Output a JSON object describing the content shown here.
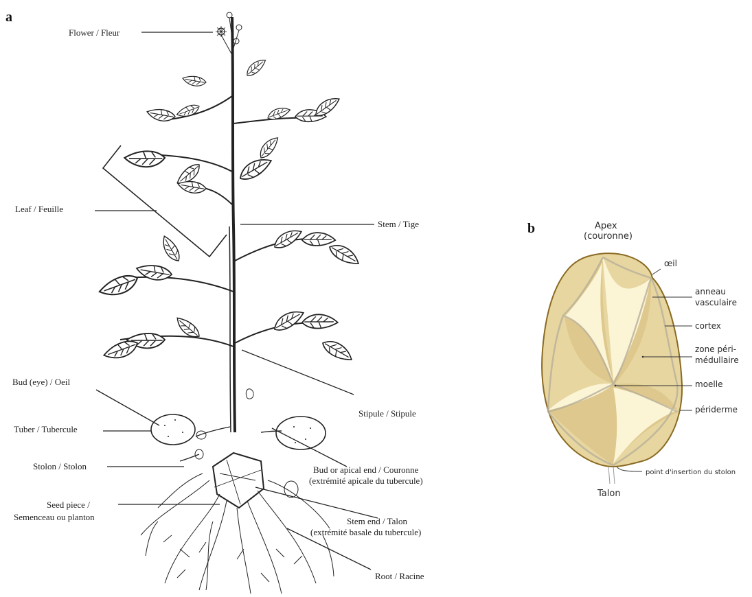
{
  "panel_a": {
    "letter": "a",
    "labels": {
      "flower": "Flower / Fleur",
      "leaf": "Leaf / Feuille",
      "stem": "Stem / Tige",
      "bud_eye": "Bud (eye) / Oeil",
      "stipule": "Stipule / Stipule",
      "tuber": "Tuber / Tubercule",
      "stolon": "Stolon / Stolon",
      "bud_apical_1": "Bud or apical end / Couronne",
      "bud_apical_2": "(extrémité apicale du tubercule)",
      "seed_1": "Seed piece /",
      "seed_2": "Semenceau ou planton",
      "stem_end_1": "Stem end / Talon",
      "stem_end_2": "(extrémité basale du tubercule)",
      "root": "Root / Racine"
    }
  },
  "panel_b": {
    "letter": "b",
    "colors": {
      "flesh": "#e7d6a0",
      "perimedullary": "#dcc68a",
      "pith": "#fbf5d6",
      "skin": "#8a6a22"
    },
    "labels": {
      "apex_1": "Apex",
      "apex_2": "(couronne)",
      "oeil": "œil",
      "anneau_1": "anneau",
      "anneau_2": "vasculaire",
      "cortex": "cortex",
      "zone_1": "zone péri-",
      "zone_2": "médullaire",
      "moelle": "moelle",
      "periderme": "périderme",
      "insertion": "point d'insertion du stolon",
      "talon": "Talon"
    }
  }
}
